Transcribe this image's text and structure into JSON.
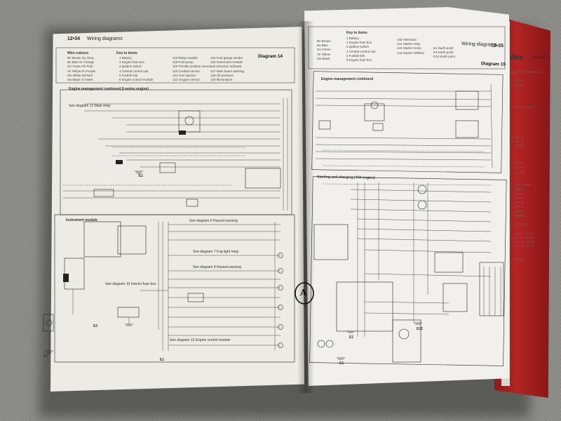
{
  "left_page": {
    "page_number": "12•34",
    "header_title": "Wiring diagrams",
    "wire_colours_heading": "Wire colours",
    "key_heading": "Key to items",
    "diagram_label": "Diagram 14",
    "section_1": "Engine management continued (I-series engine)",
    "section_2": "Instrument module",
    "ref_labels": [
      "See diagram 12 Main relay",
      "See diagram 6 Hazard warning",
      "See diagram 7 Fog light relay",
      "See diagram 8 Hazard warning",
      "See diagram 10 Interior fuse box",
      "See diagram 12 Engine control module"
    ],
    "earth_labels": [
      "E1",
      "E1",
      "E3",
      "E1"
    ]
  },
  "right_page": {
    "page_number": "12•35",
    "header_title": "Wiring diagrams",
    "key_heading": "Key to items",
    "diagram_label": "Diagram 15",
    "section_1": "Engine management continued",
    "section_2": "Starting and charging (Td4 engine)",
    "earth_labels": [
      "E1",
      "E12",
      "E1"
    ],
    "handwritten_mark": "A"
  },
  "next_page": {
    "heading": "dex",
    "page_ref": "REF•27"
  },
  "colors": {
    "background_cloth": "#8a8a86",
    "page_paper": "#ecebe6",
    "cover_red": "#b22424",
    "ink": "#222222"
  }
}
